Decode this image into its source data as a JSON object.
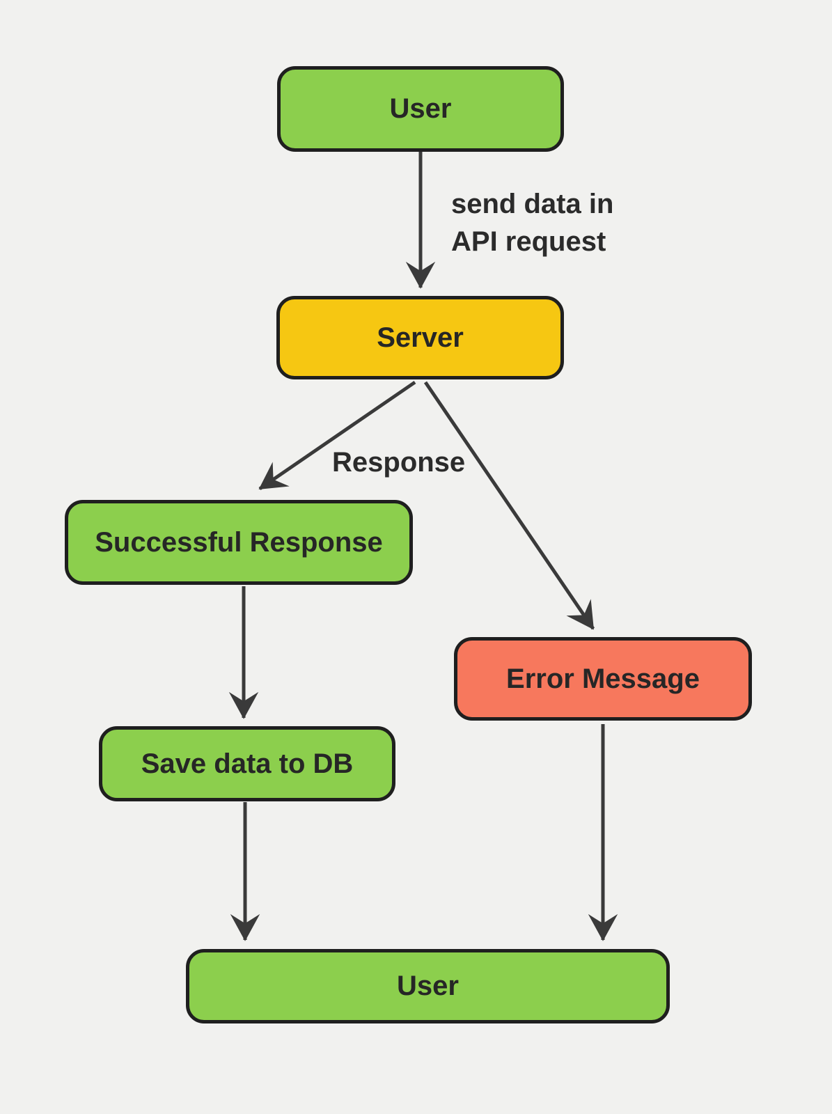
{
  "canvas": {
    "background": "#F1F1EF",
    "outline_color": "#1F1F1F",
    "arrow_color": "#3A3A3A",
    "text_color": "#262626",
    "node_colors": {
      "green": "#8CCF4D",
      "yellow": "#F6C712",
      "salmon": "#F7785D"
    }
  },
  "nodes": [
    {
      "id": "user-top",
      "label": "User",
      "fill": "#8CCF4D"
    },
    {
      "id": "server",
      "label": "Server",
      "fill": "#F6C712"
    },
    {
      "id": "successful-response",
      "label": "Successful Response",
      "fill": "#8CCF4D"
    },
    {
      "id": "error-message",
      "label": "Error Message",
      "fill": "#F7785D"
    },
    {
      "id": "save-data-to-db",
      "label": "Save data to DB",
      "fill": "#8CCF4D"
    },
    {
      "id": "user-bottom",
      "label": "User",
      "fill": "#8CCF4D"
    }
  ],
  "edge_labels": {
    "send_data_line1": "send data in",
    "send_data_line2": "API request",
    "response": "Response"
  },
  "edges": [
    {
      "from": "user-top",
      "to": "server",
      "label": "send data in API request"
    },
    {
      "from": "server",
      "to": "successful-response",
      "label": "Response"
    },
    {
      "from": "server",
      "to": "error-message",
      "label": ""
    },
    {
      "from": "successful-response",
      "to": "save-data-to-db",
      "label": ""
    },
    {
      "from": "save-data-to-db",
      "to": "user-bottom",
      "label": ""
    },
    {
      "from": "error-message",
      "to": "user-bottom",
      "label": ""
    }
  ]
}
